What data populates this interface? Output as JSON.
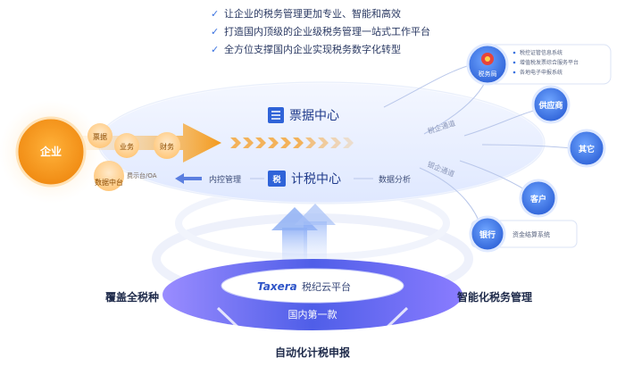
{
  "bullets": [
    "让企业的税务管理更加专业、智能和高效",
    "打造国内顶级的企业级税务管理一站式工作平台",
    "全方位支撑国内企业实现税务数字化转型"
  ],
  "enterprise": {
    "label": "企业",
    "chips": [
      "票据",
      "业务",
      "财务",
      "数据中台"
    ],
    "sidenote": "费示台/OA"
  },
  "centers": {
    "invoice": "票据中心",
    "tax": "计税中心",
    "internal": "内控管理",
    "analysis": "数据分析"
  },
  "channels": {
    "tax": "税企通道",
    "bank": "银企通道"
  },
  "tax_bureau": {
    "label": "税务局",
    "items": [
      "税控证管信息系统",
      "增值税发票综合服务平台",
      "各地电子申报系统"
    ]
  },
  "nodes": {
    "supplier": "供应商",
    "other": "其它",
    "customer": "客户",
    "bank": "银行"
  },
  "bank_note": "资金结算系统",
  "platform": {
    "brand": "Taxera",
    "name": "税纪云平台",
    "badge": "国内第一款"
  },
  "features": {
    "left": "覆盖全税种",
    "right": "智能化税务管理",
    "bottom": "自动化计税申报"
  },
  "colors": {
    "orange": "#f39a1d",
    "blue": "#3a72e0",
    "violet": "#6a5cf0",
    "navy": "#223a7a"
  }
}
